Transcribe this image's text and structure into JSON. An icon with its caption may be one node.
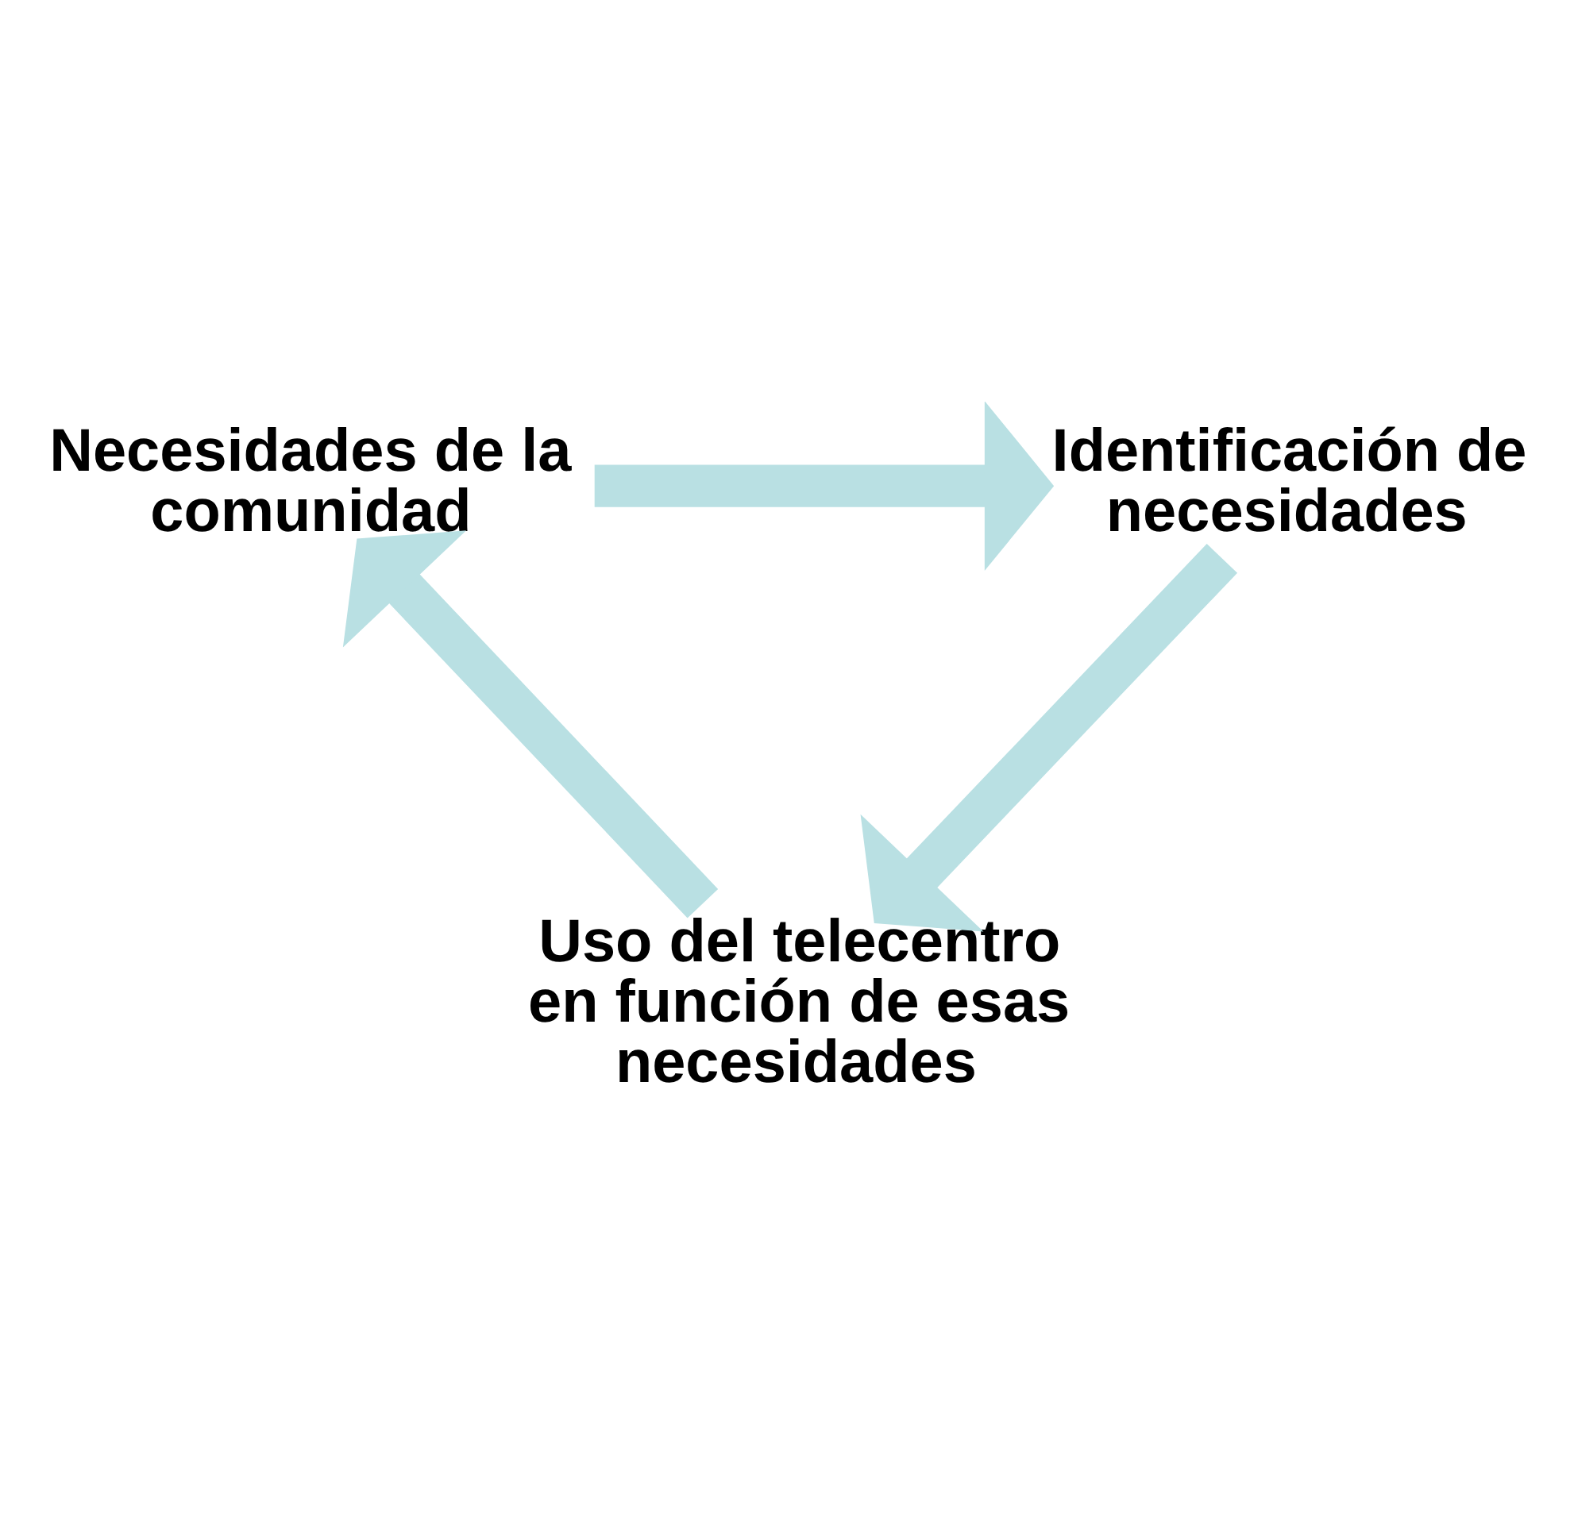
{
  "diagram": {
    "nodes": [
      {
        "text": [
          "Necesidades de la comunidad"
        ]
      },
      {
        "text": [
          "Identificación de necesidades"
        ]
      },
      {
        "text": [
          "Uso del telecentro en función de esas necesidades"
        ]
      }
    ],
    "edges": [
      {
        "from": 0,
        "to": 1,
        "arrow": "to"
      },
      {
        "from": 1,
        "to": 2,
        "arrow": "to"
      },
      {
        "from": 2,
        "to": 0,
        "arrow": "to"
      }
    ]
  }
}
